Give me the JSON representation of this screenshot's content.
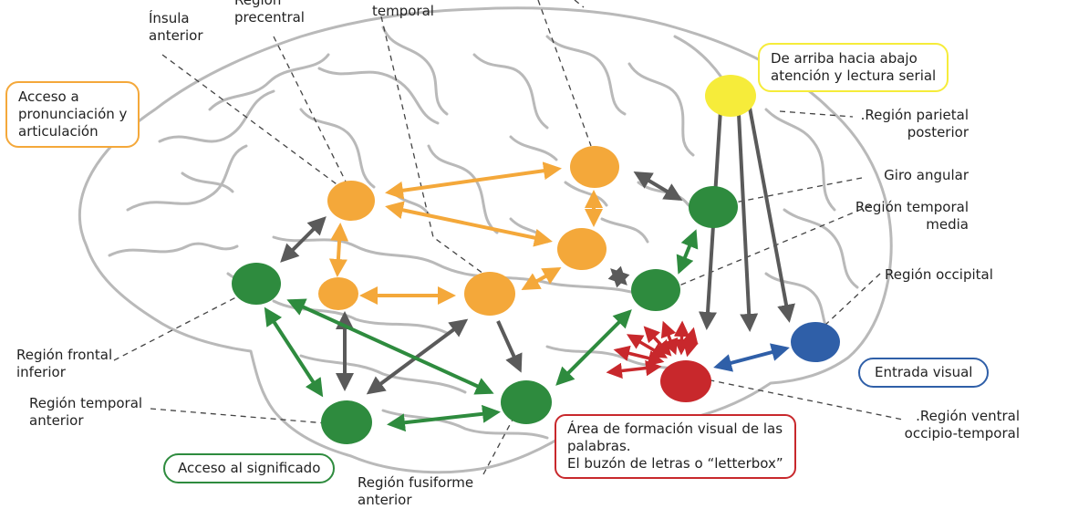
{
  "colors": {
    "orange": "#F4A83A",
    "green": "#2E8B3E",
    "yellow": "#F6EC3A",
    "red": "#C8282C",
    "blue": "#2F5FA8",
    "gray_arrow": "#5A5A5A",
    "brain_outline": "#B9B9B9",
    "label_text": "#222222"
  },
  "labels": {
    "insula": [
      "Ínsula",
      "anterior"
    ],
    "precentral": [
      "Región",
      "precentral"
    ],
    "temporal_top": [
      "temporal"
    ],
    "parietal": [
      ".Región parietal",
      "posterior"
    ],
    "giro": [
      "Giro angular"
    ],
    "temporal_media": [
      "Región temporal",
      "media"
    ],
    "occipital": [
      "Región occipital"
    ],
    "frontal": [
      "Región frontal",
      "inferior"
    ],
    "temporal_anterior": [
      "Región temporal",
      "anterior"
    ],
    "fusiforme": [
      "Región fusiforme",
      "anterior"
    ],
    "ventral": [
      ".Región ventral",
      "occipio-temporal"
    ]
  },
  "boxes": {
    "pronunciacion": [
      "Acceso a",
      "pronunciación y",
      "articulación"
    ],
    "arriba": [
      "De arriba hacia abajo",
      "atención y lectura serial"
    ],
    "entrada": [
      "Entrada visual"
    ],
    "significado": [
      "Acceso al significado"
    ],
    "area": [
      "Área de formación visual de las",
      "palabras.",
      "El buzón de letras o “letterbox”"
    ]
  }
}
